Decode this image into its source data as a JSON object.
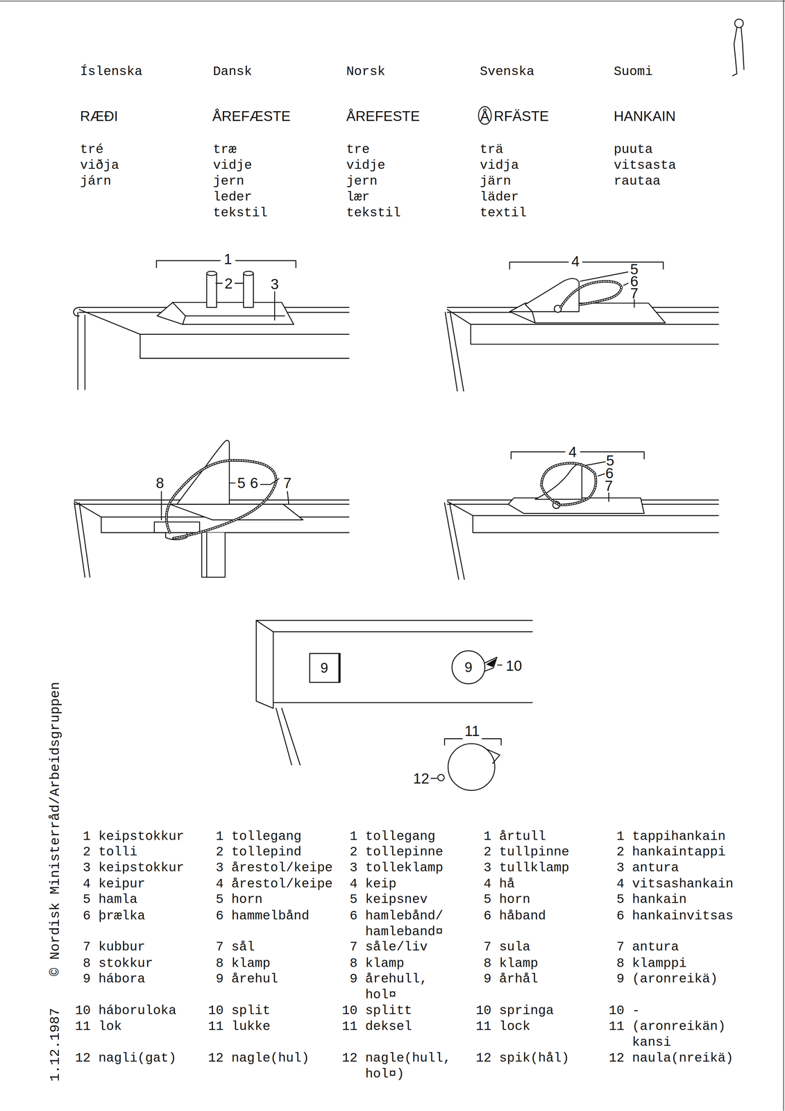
{
  "diagram": {
    "nodes": [
      {
        "text": [
          "9"
        ]
      },
      {
        "text": [
          "9"
        ]
      }
    ],
    "labels": [
      "Íslenska",
      "Dansk",
      "Norsk",
      "Svenska",
      "Suomi",
      "RÆÐI",
      "ÅREFÆSTE",
      "ÅREFESTE",
      "ÅRFÄSTE",
      "HANKAIN",
      "tré",
      "viðja",
      "járn",
      "træ",
      "vidje",
      "jern",
      "leder",
      "tekstil",
      "tre",
      "vidje",
      "jern",
      "lær",
      "tekstil",
      "trä",
      "vidja",
      "järn",
      "läder",
      "textil",
      "puuta",
      "vitsasta",
      "rautaa",
      "1",
      "2",
      "3",
      "4",
      "5",
      "6",
      "7",
      "8",
      "5",
      "6",
      "7",
      "4",
      "5",
      "6",
      "7",
      "10",
      "11",
      "12",
      "1 keipstokkur",
      "2 tolli",
      "3 keipstokkur",
      "4 keipur",
      "5 hamla",
      "6 þrælka",
      "7 kubbur",
      "8 stokkur",
      "9 hábora",
      "10 háboruloka",
      "11 lok",
      "12 nagli(gat)",
      "1 tollegang",
      "2 tollepind",
      "3 årestol/keipe",
      "4 årestol/keipe",
      "5 horn",
      "6 hammelbånd",
      "7 sål",
      "8 klamp",
      "9 årehul",
      "10 split",
      "11 lukke",
      "12 nagle(hul)",
      "1 tollegang",
      "2 tollepinne",
      "3 tolleklamp",
      "4 keip",
      "5 keipsnev",
      "6 hamlebånd/ hamleband¤",
      "7 såle/liv",
      "8 klamp",
      "9 årehull, hol¤",
      "10 splitt",
      "11 deksel",
      "12 nagle(hull, hol¤)",
      "1 årtull",
      "2 tullpinne",
      "3 tullklamp",
      "4 hå",
      "5 horn",
      "6 håband",
      "7 sula",
      "8 klamp",
      "9 århål",
      "10 springa",
      "11 lock",
      "12 spik(hål)",
      "1 tappihankain",
      "2 hankaintappi",
      "3 antura",
      "4 vitsashankain",
      "5 hankain",
      "6 hankainvitsas",
      "7 antura",
      "8 klamppi",
      "9 (aronreikä)",
      "10 -",
      "11 (aronreikän) kansi",
      "12 naula(nreikä)",
      "© Nordisk Ministerråd/Arbeidsgruppen",
      "1.12.1987"
    ]
  }
}
